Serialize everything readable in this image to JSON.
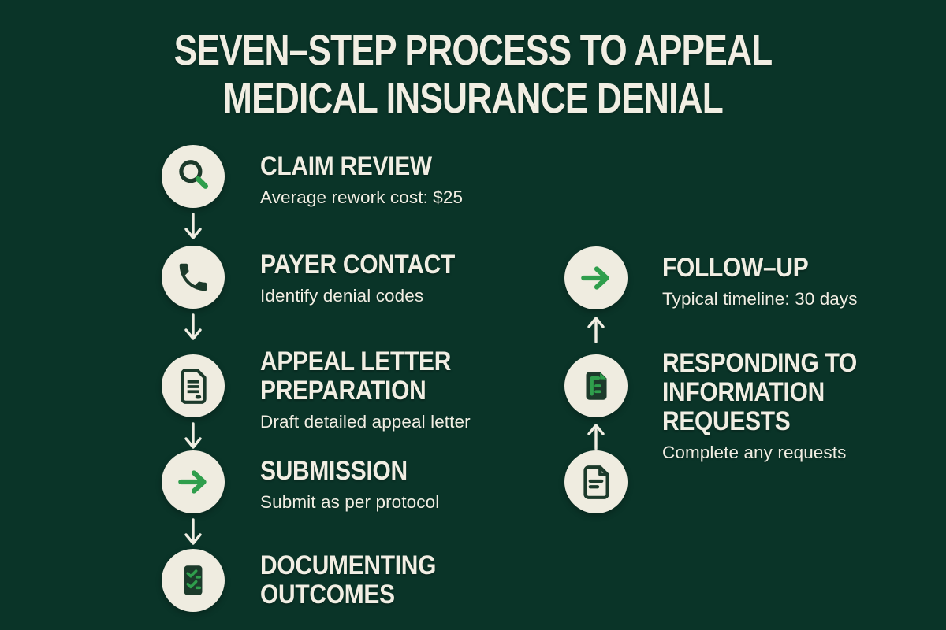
{
  "title": {
    "line1": "SEVEN–STEP PROCESS TO APPEAL",
    "line2": "MEDICAL INSURANCE DENIAL"
  },
  "colors": {
    "bg": "#0a3428",
    "circle": "#efece0",
    "green": "#2f9e4c",
    "icon_dark": "#1c3a2b",
    "text": "#f1eee3"
  },
  "left_steps": [
    {
      "title": "CLAIM REVIEW",
      "subtitle": "Average rework cost: $25",
      "icon": "search-icon"
    },
    {
      "title": "PAYER CONTACT",
      "subtitle": "Identify denial codes",
      "icon": "phone-icon"
    },
    {
      "title": "APPEAL LETTER PREPARATION",
      "subtitle": "Draft detailed appeal letter",
      "icon": "document-icon"
    },
    {
      "title": "SUBMISSION",
      "subtitle": "Submit as per protocol",
      "icon": "arrow-right-icon"
    },
    {
      "title": "DOCUMENTING OUTCOMES",
      "subtitle": "",
      "icon": "checklist-icon"
    }
  ],
  "right_steps": [
    {
      "title": "FOLLOW–UP",
      "subtitle": "Typical timeline: 30 days",
      "icon": "arrow-right-icon"
    },
    {
      "title": "RESPONDING TO INFORMATION REQUESTS",
      "subtitle": "Complete any requests",
      "icon": "document-green-icon"
    },
    {
      "title": "",
      "subtitle": "",
      "icon": "document-lines-icon"
    }
  ],
  "flow": {
    "left_direction": "down",
    "right_direction": "up"
  }
}
